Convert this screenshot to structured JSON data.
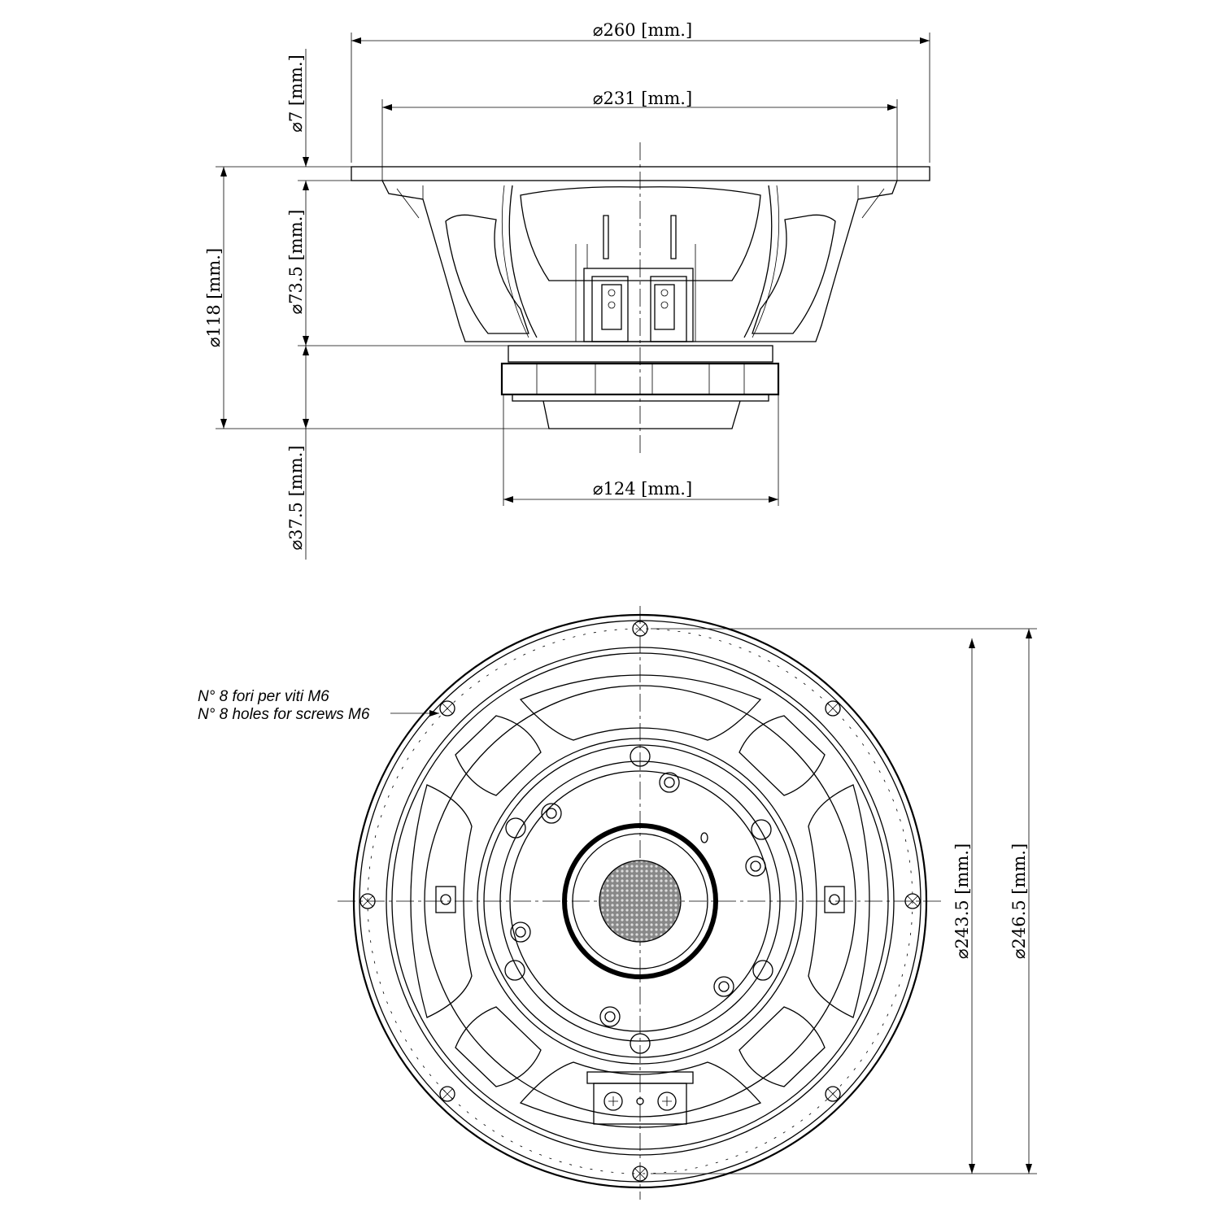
{
  "title": "Loudspeaker dimensional drawing",
  "dimensions": {
    "flange_diameter": "⌀260 [mm.]",
    "basket_diameter": "⌀231 [mm.]",
    "flange_thickness": "⌀7 [mm.]",
    "basket_depth": "⌀73.5 [mm.]",
    "overall_depth": "⌀118 [mm.]",
    "magnet_depth": "⌀37.5 [mm.]",
    "magnet_diameter": "⌀124 [mm.]",
    "cutout_diameter": "⌀243.5 [mm.]",
    "bolt_circle_diameter": "⌀246.5 [mm.]"
  },
  "notes": {
    "holes_it": "N° 8 fori per viti M6",
    "holes_en": "N° 8 holes for screws M6"
  }
}
